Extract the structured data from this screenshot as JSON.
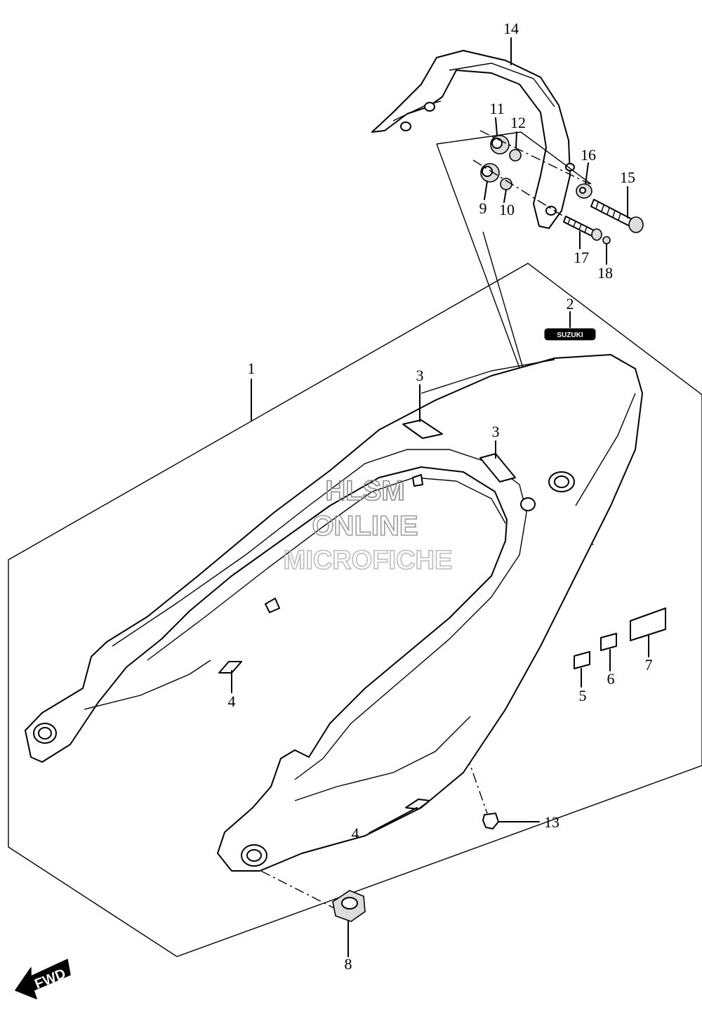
{
  "callouts": [
    "1",
    "2",
    "3",
    "3",
    "4",
    "4",
    "5",
    "6",
    "7",
    "8",
    "9",
    "10",
    "11",
    "12",
    "13",
    "14",
    "15",
    "16",
    "17",
    "18"
  ],
  "emblem_text": "SUZUKI",
  "direction_label": "FWD",
  "watermark": {
    "line1": "HLSM",
    "line2": "ONLINE",
    "line3": "MICROFICHE"
  }
}
